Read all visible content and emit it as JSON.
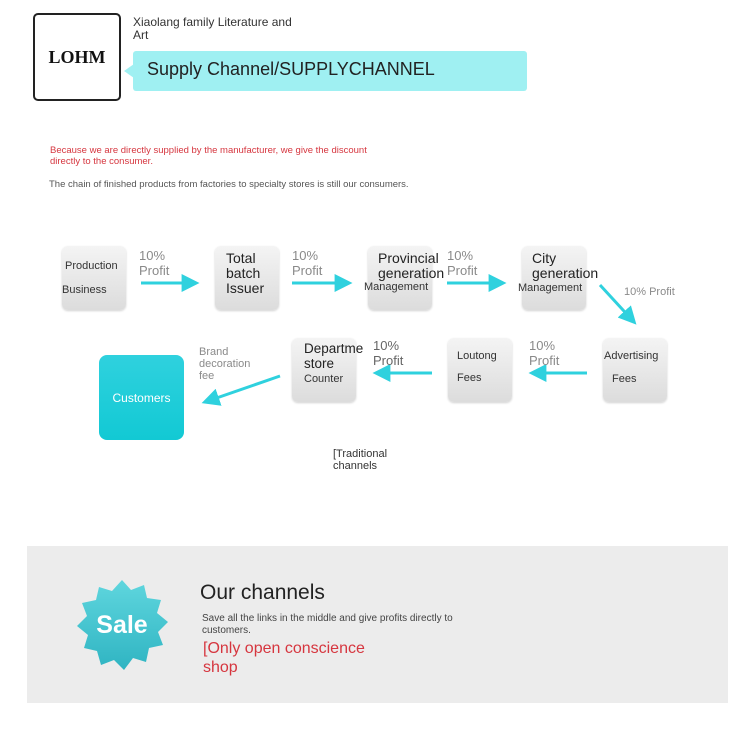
{
  "header": {
    "logo_text": "LOHM",
    "brand_line1": "Xiaolang family Literature and",
    "brand_line2": "Art",
    "banner": "Supply Channel/SUPPLYCHANNEL"
  },
  "intro": {
    "red_line1": "Because we are directly supplied by the manufacturer, we give the discount",
    "red_line2": "directly to the consumer.",
    "gray": "The chain of finished products from factories to specialty stores is still our consumers."
  },
  "flow": {
    "n1": {
      "line1": "Production",
      "line2": "Business"
    },
    "n2": {
      "line1": "Total",
      "line2": "batch",
      "line3": "Issuer"
    },
    "n3": {
      "line1": "Provincial",
      "line2": "generation",
      "line3": "Management"
    },
    "n4": {
      "line1": "City",
      "line2": "generation",
      "line3": "Management"
    },
    "n5": {
      "line1": "Advertising",
      "line2": "Fees"
    },
    "n6": {
      "line1": "Loutong",
      "line2": "Fees"
    },
    "n7": {
      "line1": "Departme",
      "line2": "store",
      "line3": "Counter"
    },
    "profit_pct": "10%",
    "profit_word": "Profit",
    "profit_full": "10% Profit",
    "brand_fee1": "Brand",
    "brand_fee2": "decoration",
    "brand_fee3": "fee",
    "customers": "Customers",
    "trad1": "[Traditional",
    "trad2": "channels"
  },
  "channels": {
    "badge": "Sale",
    "title": "Our channels",
    "desc": "Save all the links in the middle and give profits directly to customers.",
    "red1": "[Only open conscience",
    "red2": "shop"
  },
  "colors": {
    "accent_cyan": "#2fd1de",
    "banner_bg": "#9ff0f2",
    "red_text": "#d6363f",
    "badge": "#3fbfcb"
  }
}
